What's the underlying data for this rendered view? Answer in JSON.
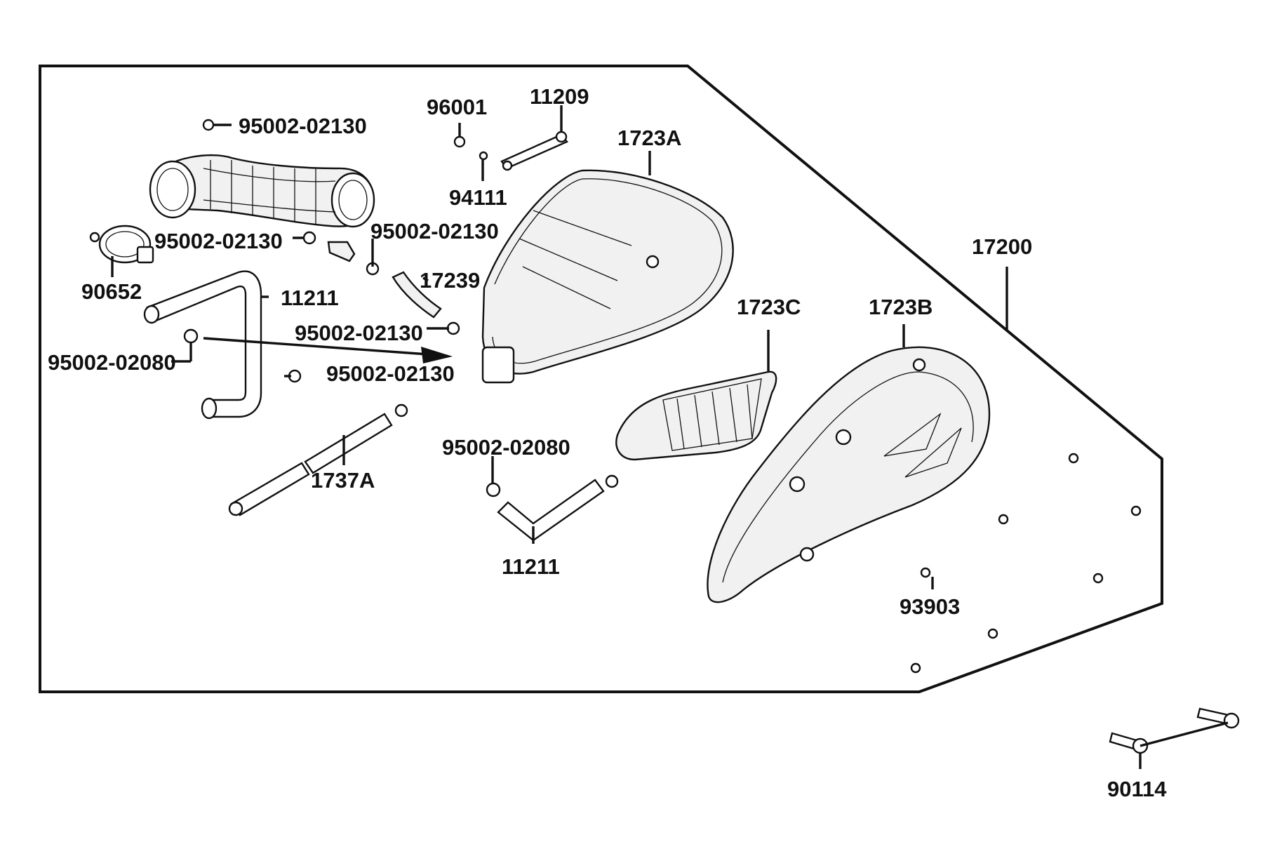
{
  "labels": {
    "p95002_02130_a": "95002-02130",
    "p95002_02130_b": "95002-02130",
    "p95002_02130_c": "95002-02130",
    "p95002_02130_d": "95002-02130",
    "p95002_02130_e": "95002-02130",
    "p95002_02080_a": "95002-02080",
    "p95002_02080_b": "95002-02080",
    "p96001": "96001",
    "p11209": "11209",
    "p94111": "94111",
    "p1723A": "1723A",
    "p1723B": "1723B",
    "p1723C": "1723C",
    "p17200": "17200",
    "p17239": "17239",
    "p90652": "90652",
    "p11211_a": "11211",
    "p11211_b": "11211",
    "p1737A": "1737A",
    "p93903": "93903",
    "p90114": "90114"
  },
  "colors": {
    "line": "#111111",
    "background": "#ffffff",
    "part_fill": "#f1f1f1"
  }
}
